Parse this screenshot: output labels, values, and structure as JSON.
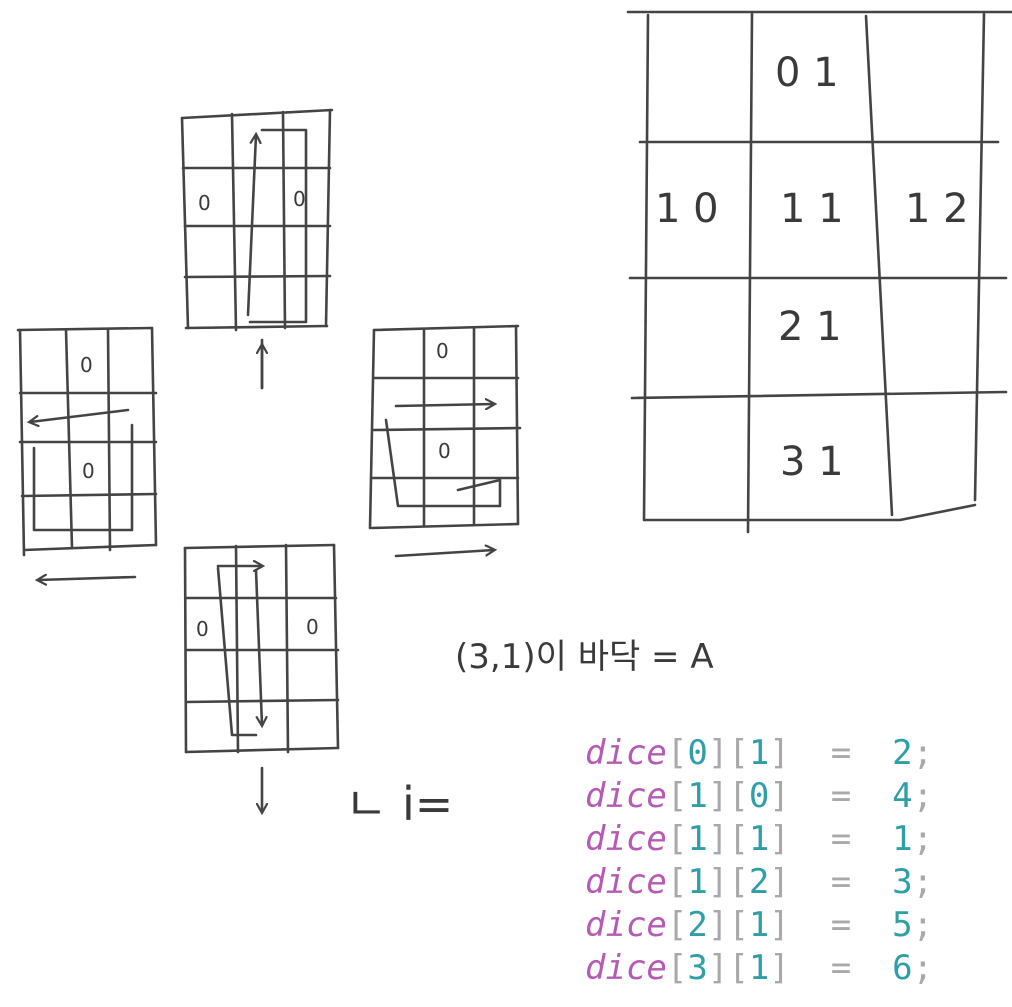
{
  "dice_net": {
    "cells": [
      {
        "row": 0,
        "col": 1,
        "label": "0 1"
      },
      {
        "row": 1,
        "col": 0,
        "label": "1 0"
      },
      {
        "row": 1,
        "col": 1,
        "label": "1 1"
      },
      {
        "row": 1,
        "col": 2,
        "label": "1 2"
      },
      {
        "row": 2,
        "col": 1,
        "label": "2 1"
      },
      {
        "row": 3,
        "col": 1,
        "label": "3 1"
      }
    ]
  },
  "mini_grids": {
    "marker": "0"
  },
  "note": "(3,1)이 바닥 = A",
  "scribble": "ㄴ i=",
  "code_lines": [
    {
      "name": "dice",
      "i": "0",
      "j": "1",
      "eq": "=",
      "value": "2",
      "end": ";"
    },
    {
      "name": "dice",
      "i": "1",
      "j": "0",
      "eq": "=",
      "value": "4",
      "end": ";"
    },
    {
      "name": "dice",
      "i": "1",
      "j": "1",
      "eq": "=",
      "value": "1",
      "end": ";"
    },
    {
      "name": "dice",
      "i": "1",
      "j": "2",
      "eq": "=",
      "value": "3",
      "end": ";"
    },
    {
      "name": "dice",
      "i": "2",
      "j": "1",
      "eq": "=",
      "value": "5",
      "end": ";"
    },
    {
      "name": "dice",
      "i": "3",
      "j": "1",
      "eq": "=",
      "value": "6",
      "end": ";"
    }
  ]
}
